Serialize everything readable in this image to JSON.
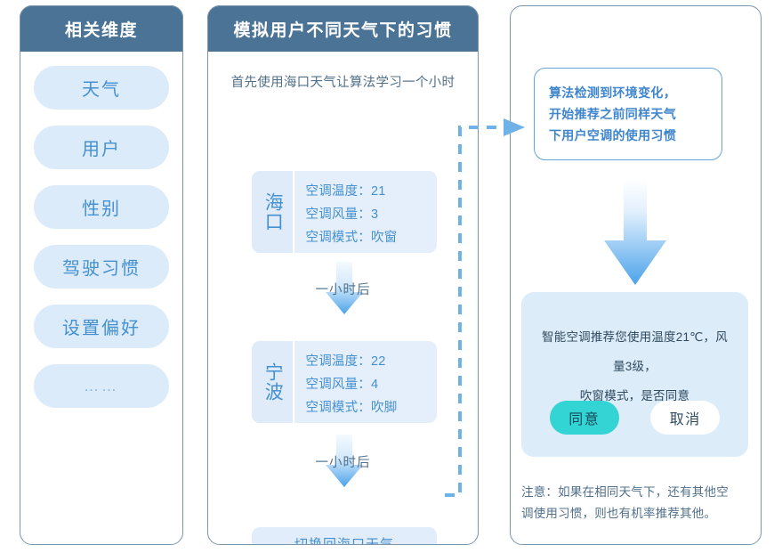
{
  "colors": {
    "header_bg": "#4a7396",
    "panel_border": "#7b96ad",
    "pill_bg": "#dcebfa",
    "pill_text": "#4590cf",
    "card_bg": "#e4effb",
    "accent_blue": "#4590cf",
    "detect_border": "#64a5dd",
    "dialog_bg": "#dcecf8",
    "agree_bg": "#33d4d4",
    "cancel_bg": "#ffffff",
    "muted_text": "#51708b",
    "arrow_gradient_top": "#eaf4fd",
    "arrow_gradient_bottom": "#4ba3ea",
    "dash_blue": "#6fb2e8"
  },
  "left_panel": {
    "title": "相关维度",
    "items": [
      {
        "label": "天气"
      },
      {
        "label": "用户"
      },
      {
        "label": "性别"
      },
      {
        "label": "驾驶习惯"
      },
      {
        "label": "设置偏好"
      },
      {
        "label": "……"
      }
    ]
  },
  "middle_panel": {
    "title": "模拟用户不同天气下的习惯",
    "intro": "首先使用海口天气让算法学习一个小时",
    "steps": [
      {
        "city": "海口",
        "attrs": [
          "空调温度：21",
          "空调风量：3",
          "空调模式：吹窗"
        ]
      },
      {
        "city": "宁波",
        "attrs": [
          "空调温度：22",
          "空调风量：4",
          "空调模式：吹脚"
        ]
      }
    ],
    "arrow_labels": [
      "一小时后",
      "一小时后"
    ],
    "switch_back": "切换回海口天气"
  },
  "right_panel": {
    "detect_lines": [
      "算法检测到环境变化，",
      "开始推荐之前同样天气",
      "下用户空调的使用习惯"
    ],
    "dialog": {
      "line1": "智能空调推荐您使用温度21℃，风量3级，",
      "line2": "吹窗模式，是否同意",
      "agree_label": "同意",
      "cancel_label": "取消"
    },
    "note_lines": [
      "注意：如果在相同天气下，还有其他空",
      "调使用习惯，则也有机率推荐其他。"
    ]
  }
}
